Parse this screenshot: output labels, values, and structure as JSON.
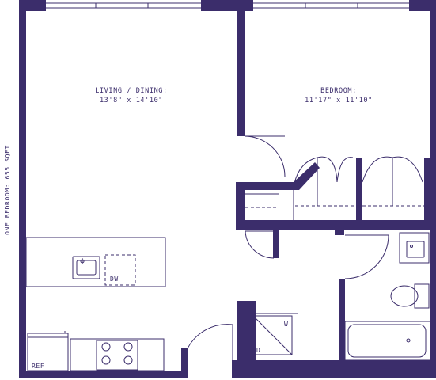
{
  "plan_title": "ONE BEDROOM: 655 SQFT",
  "rooms": {
    "living": {
      "name": "LIVING / DINING:",
      "dims": "13'8\" x 14'10\""
    },
    "bedroom": {
      "name": "BEDROOM:",
      "dims": "11'17\" x 11'10\""
    }
  },
  "fixtures": {
    "dishwasher": "DW",
    "refrigerator": "REF",
    "washer": "W",
    "dryer": "D"
  },
  "colors": {
    "wall": "#3b2d6b",
    "background": "#ffffff"
  }
}
